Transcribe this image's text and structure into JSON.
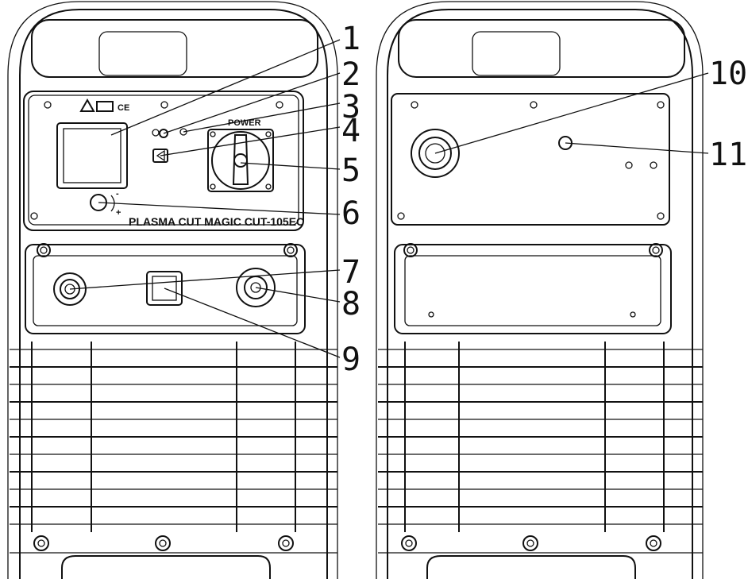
{
  "front_panel": {
    "model_label": "PLASMA CUT MAGIC CUT-105EC",
    "power_label": "POWER",
    "ce_mark": "CE",
    "knob_minus": "-",
    "knob_plus": "+",
    "warning_icon": "warning-triangle-icon",
    "manual_icon": "open-book-icon"
  },
  "callouts": [
    "1",
    "2",
    "3",
    "4",
    "5",
    "6",
    "7",
    "8",
    "9",
    "10",
    "11"
  ]
}
